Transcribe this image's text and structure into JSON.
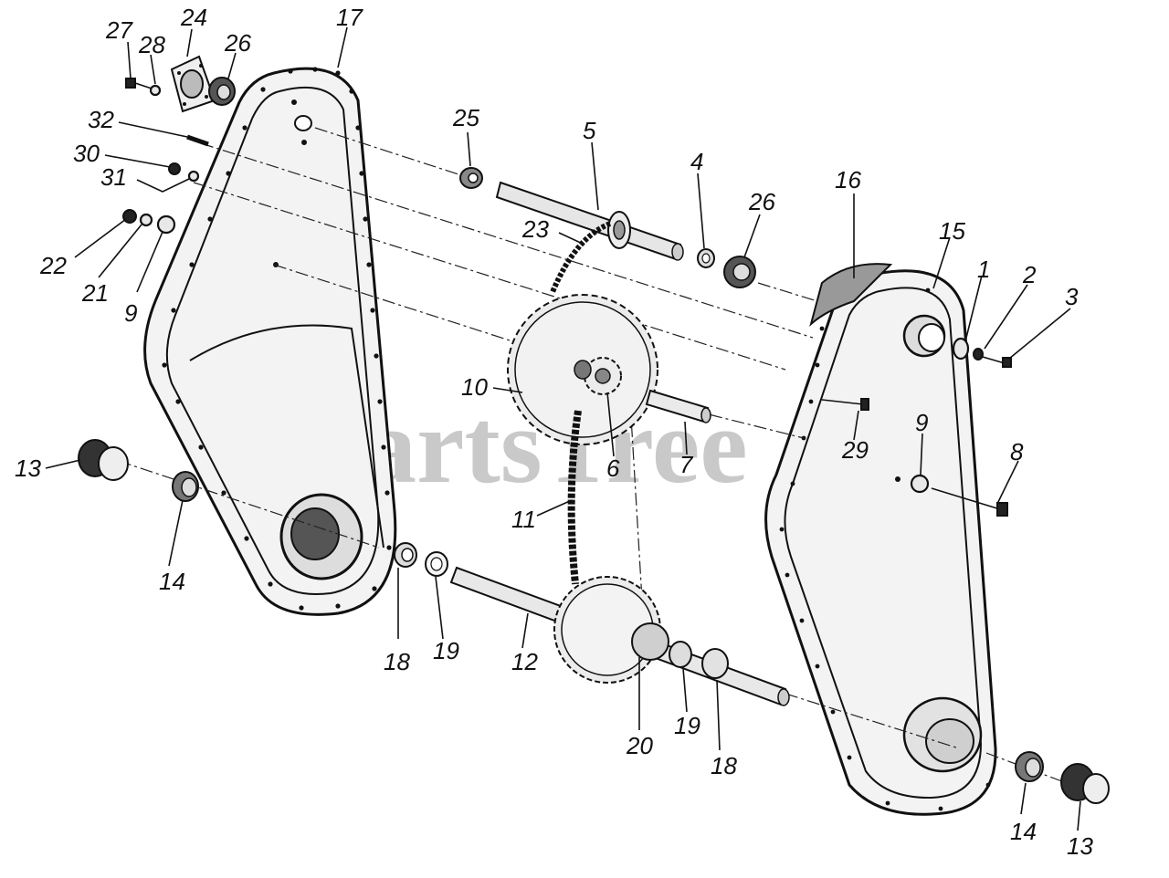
{
  "watermark": "PartsTree",
  "callouts": [
    {
      "id": "c27",
      "text": "27"
    },
    {
      "id": "c28",
      "text": "28"
    },
    {
      "id": "c24",
      "text": "24"
    },
    {
      "id": "c26a",
      "text": "26"
    },
    {
      "id": "c17",
      "text": "17"
    },
    {
      "id": "c32",
      "text": "32"
    },
    {
      "id": "c30",
      "text": "30"
    },
    {
      "id": "c31",
      "text": "31"
    },
    {
      "id": "c22",
      "text": "22"
    },
    {
      "id": "c21",
      "text": "21"
    },
    {
      "id": "c9a",
      "text": "9"
    },
    {
      "id": "c25",
      "text": "25"
    },
    {
      "id": "c5",
      "text": "5"
    },
    {
      "id": "c4",
      "text": "4"
    },
    {
      "id": "c26b",
      "text": "26"
    },
    {
      "id": "c16",
      "text": "16"
    },
    {
      "id": "c23",
      "text": "23"
    },
    {
      "id": "c15",
      "text": "15"
    },
    {
      "id": "c1",
      "text": "1"
    },
    {
      "id": "c2",
      "text": "2"
    },
    {
      "id": "c3",
      "text": "3"
    },
    {
      "id": "c10",
      "text": "10"
    },
    {
      "id": "c6",
      "text": "6"
    },
    {
      "id": "c7",
      "text": "7"
    },
    {
      "id": "c29",
      "text": "29"
    },
    {
      "id": "c9b",
      "text": "9"
    },
    {
      "id": "c8",
      "text": "8"
    },
    {
      "id": "c13a",
      "text": "13"
    },
    {
      "id": "c14a",
      "text": "14"
    },
    {
      "id": "c11",
      "text": "11"
    },
    {
      "id": "c18a",
      "text": "18"
    },
    {
      "id": "c19a",
      "text": "19"
    },
    {
      "id": "c12",
      "text": "12"
    },
    {
      "id": "c20",
      "text": "20"
    },
    {
      "id": "c19b",
      "text": "19"
    },
    {
      "id": "c18b",
      "text": "18"
    },
    {
      "id": "c14b",
      "text": "14"
    },
    {
      "id": "c13b",
      "text": "13"
    }
  ]
}
